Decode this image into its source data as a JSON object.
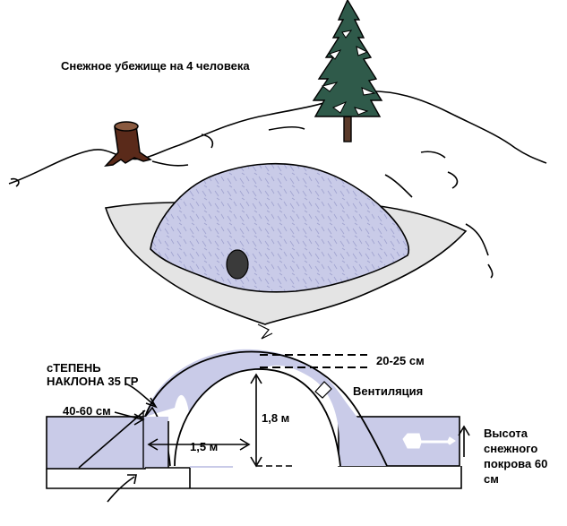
{
  "title": "Снежное убежище на 4 человека",
  "labels": {
    "slope_line1": "сТЕПЕНЬ",
    "slope_line2": "НАКЛОНА 35 ГР",
    "thickness": "40-60 см",
    "roof_thickness": "20-25 см",
    "ventilation": "Вентиляция",
    "height": "1,8 м",
    "width": "1,5 м",
    "snow_depth_line1": "Высота",
    "snow_depth_line2": "снежного",
    "snow_depth_line3": "покрова 60",
    "snow_depth_line4": "см"
  },
  "colors": {
    "snow_shelter": "#c9cbe8",
    "snow_shelter_dark": "#9fa2cf",
    "snow_base": "#e4e4e4",
    "tree": "#2f5a4a",
    "line": "#000000"
  }
}
